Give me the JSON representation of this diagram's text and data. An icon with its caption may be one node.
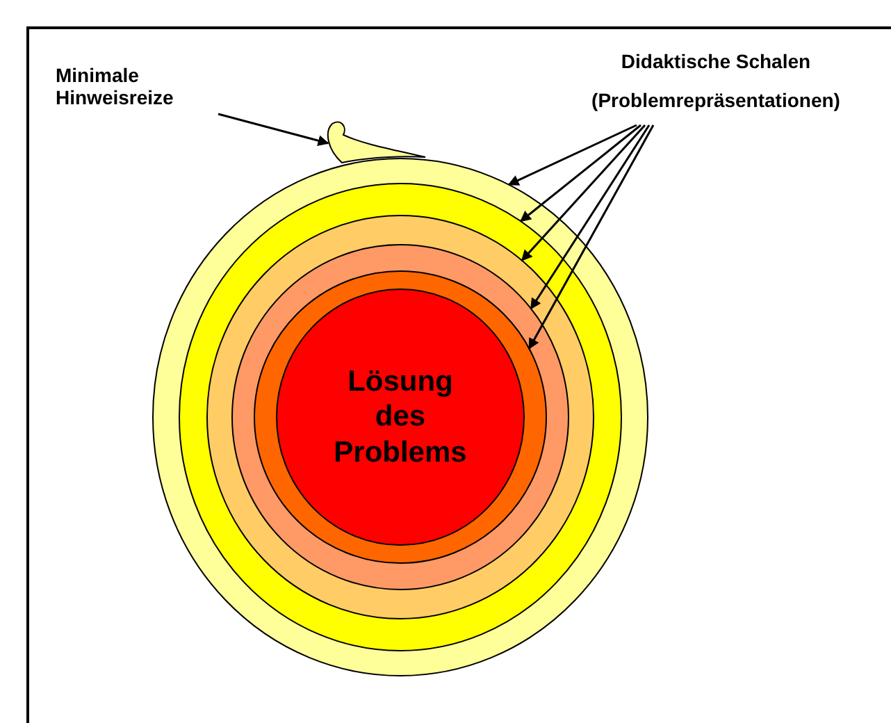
{
  "diagram": {
    "nodes": [
      {
        "text": [
          "Minimale Hinweisreize"
        ]
      },
      {
        "text": [
          "Didaktische Schalen",
          "(Problemrepräsentationen)"
        ]
      },
      {
        "text": [],
        "shape": "circle"
      },
      {
        "text": [],
        "shape": "circle",
        "in": 2
      },
      {
        "text": [],
        "shape": "circle",
        "in": 3
      },
      {
        "text": [],
        "shape": "circle",
        "in": 4
      },
      {
        "text": [],
        "shape": "circle",
        "in": 5
      },
      {
        "text": [
          "Lösung des Problems"
        ],
        "in": 6
      }
    ],
    "edges": [
      {
        "from": 0,
        "to": 2,
        "arrow": "to"
      },
      {
        "from": 1,
        "to": 2,
        "arrow": "to"
      },
      {
        "from": 1,
        "to": 3,
        "arrow": "to"
      },
      {
        "from": 1,
        "to": 4,
        "arrow": "to"
      },
      {
        "from": 1,
        "to": 5,
        "arrow": "to"
      },
      {
        "from": 1,
        "to": 6,
        "arrow": "to"
      }
    ]
  }
}
